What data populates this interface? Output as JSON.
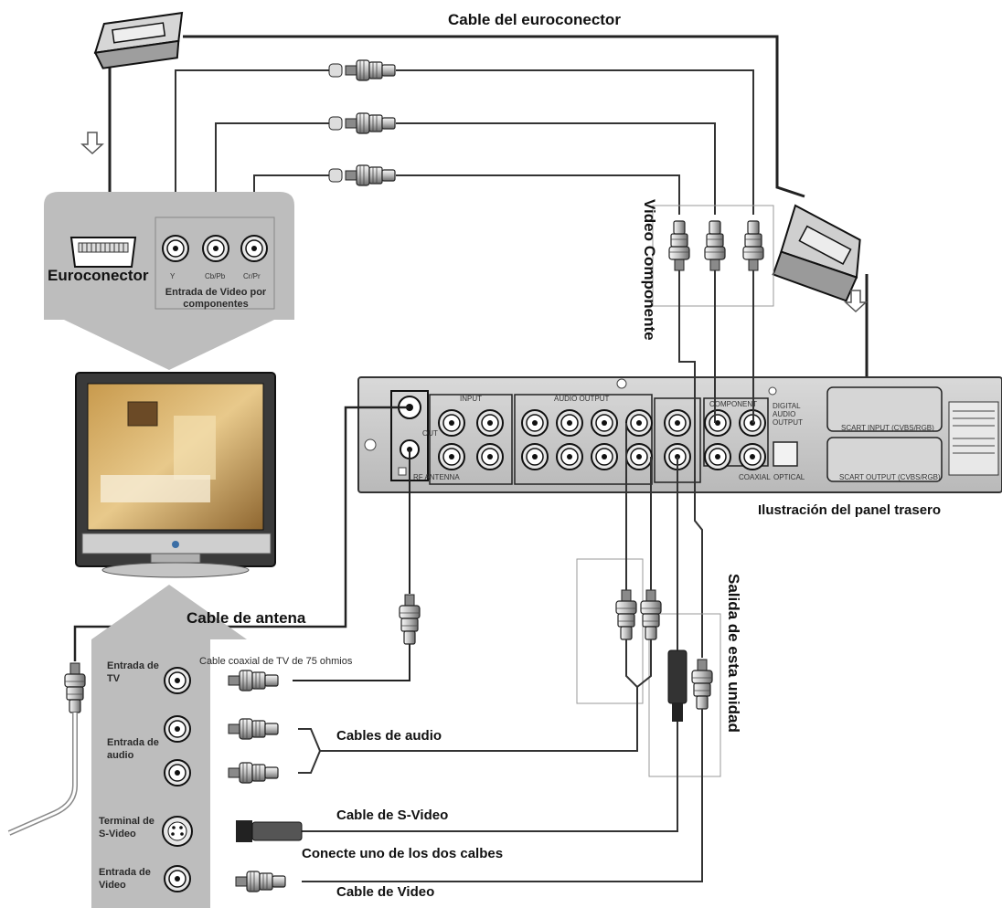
{
  "labels": {
    "scart_cable": "Cable del euroconector",
    "euroconnector": "Euroconector",
    "port_y": "Y",
    "port_cbpb": "Cb/Pb",
    "port_crpr": "Cr/Pr",
    "component_input": "Entrada de Video por componentes",
    "video_component": "Video Componente",
    "rear_panel": "Ilustración del panel trasero",
    "output_unit": "Salida de esta unidad",
    "antenna_cable": "Cable de antena",
    "coax_cable": "Cable coaxial de TV de 75 ohmios",
    "tv_input": "Entrada de TV",
    "audio_input": "Entrada de audio",
    "audio_cables": "Cables de audio",
    "svideo_terminal": "Terminal de S-Video",
    "svideo_cable": "Cable de S-Video",
    "connect_one": "Conecte uno de los dos calbes",
    "video_input": "Entrada de Video",
    "video_cable": "Cable de Video"
  },
  "panel_labels": {
    "input": "INPUT",
    "audio_output": "AUDIO OUTPUT",
    "component": "COMPONENT",
    "digital_audio_output": "DIGITAL AUDIO OUTPUT",
    "scart_input": "SCART INPUT (CVBS/RGB)",
    "scart_output": "SCART OUTPUT (CVBS/RGB)",
    "out": "OUT",
    "rf_antenna": "RF ANTENNA",
    "coaxial": "COAXIAL",
    "optical": "OPTICAL"
  }
}
